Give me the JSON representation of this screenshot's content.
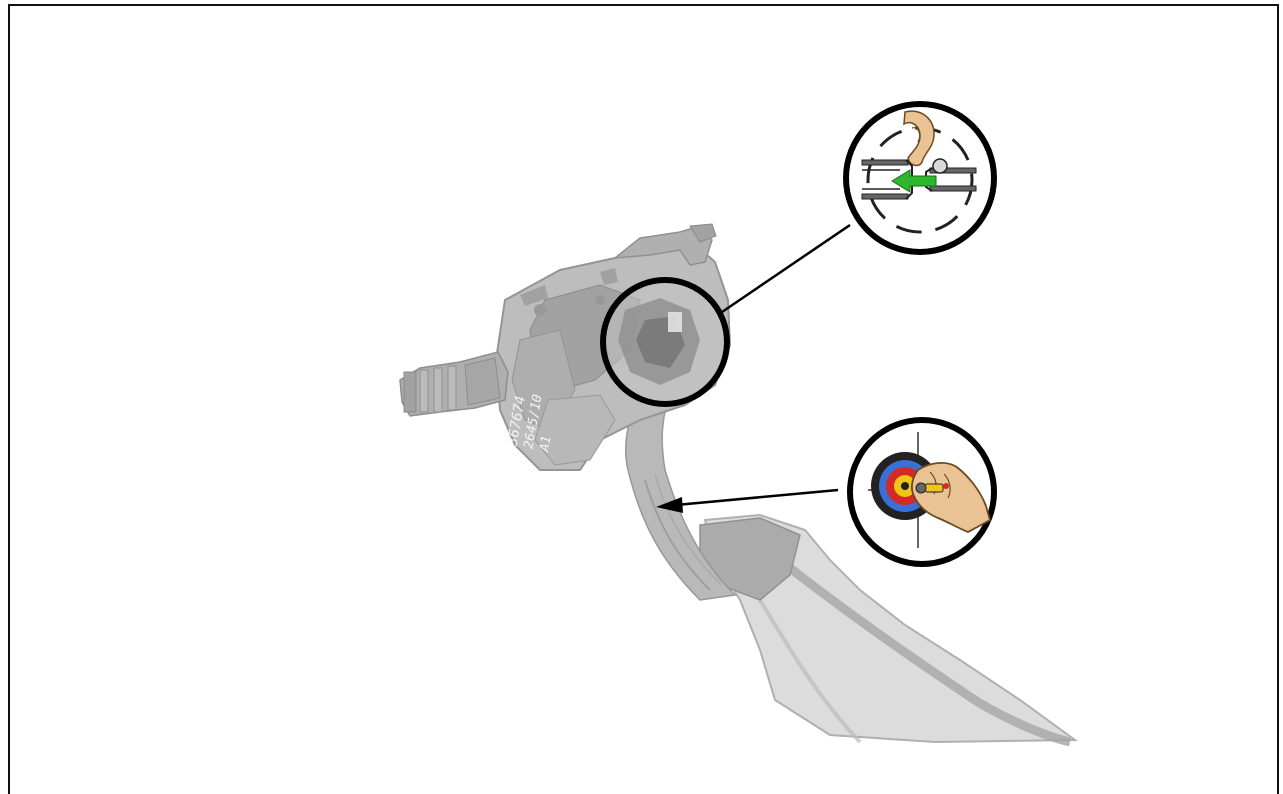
{
  "diagram": {
    "part_label_lines": [
      "A1",
      "2645/10",
      "367674"
    ],
    "icons": [
      {
        "name": "listen-for-click-connector-icon",
        "meaning": "connect until audible click"
      },
      {
        "name": "target-hand-locate-icon",
        "meaning": "locate harness attachment point"
      }
    ],
    "colors": {
      "frame": "#111111",
      "part_gray": "#b9b9b9",
      "callout_ring": "#000000",
      "arrow_green": "#2fb52f",
      "ear_skin": "#e9c394",
      "target_red": "#d42a25",
      "target_blue": "#3b6fd6"
    }
  }
}
